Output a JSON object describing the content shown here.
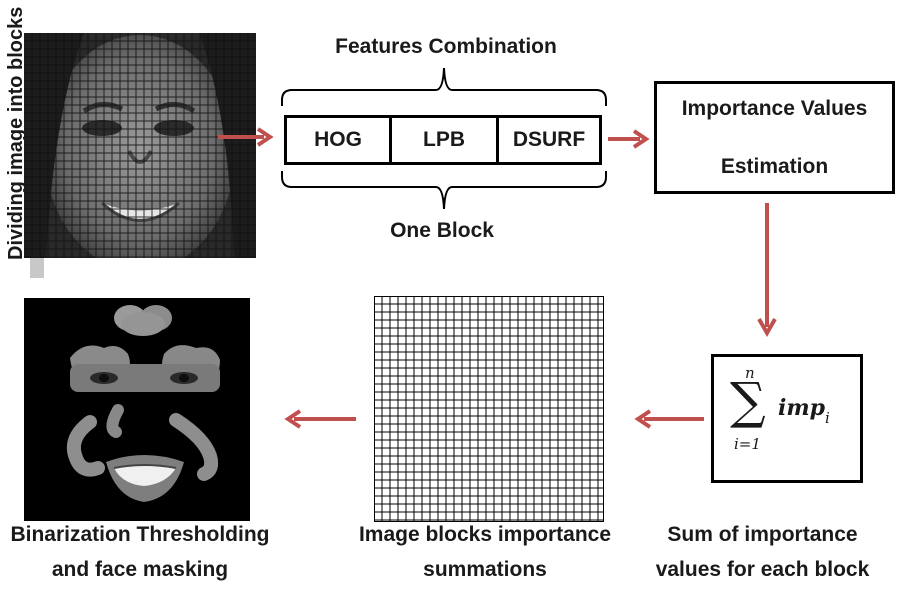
{
  "vertical_label": "Dividing image into blocks",
  "features_title": "Features Combination",
  "features": [
    "HOG",
    "LPB",
    "DSURF"
  ],
  "block_label": "One Block",
  "importance_box": {
    "line1": "Importance Values",
    "line2": "Estimation"
  },
  "sum_formula": {
    "upper": "n",
    "lower": "i=1",
    "term": "imp",
    "subscript": "i"
  },
  "sum_caption": {
    "line1": "Sum of importance",
    "line2": "values for each block"
  },
  "grid_caption": {
    "line1": "Image blocks importance",
    "line2": "summations"
  },
  "mask_caption": {
    "line1": "Binarization Thresholding",
    "line2": "and face masking"
  },
  "colors": {
    "arrow": "#c0504d",
    "box_border": "#000000",
    "text": "#1a1a1a"
  }
}
